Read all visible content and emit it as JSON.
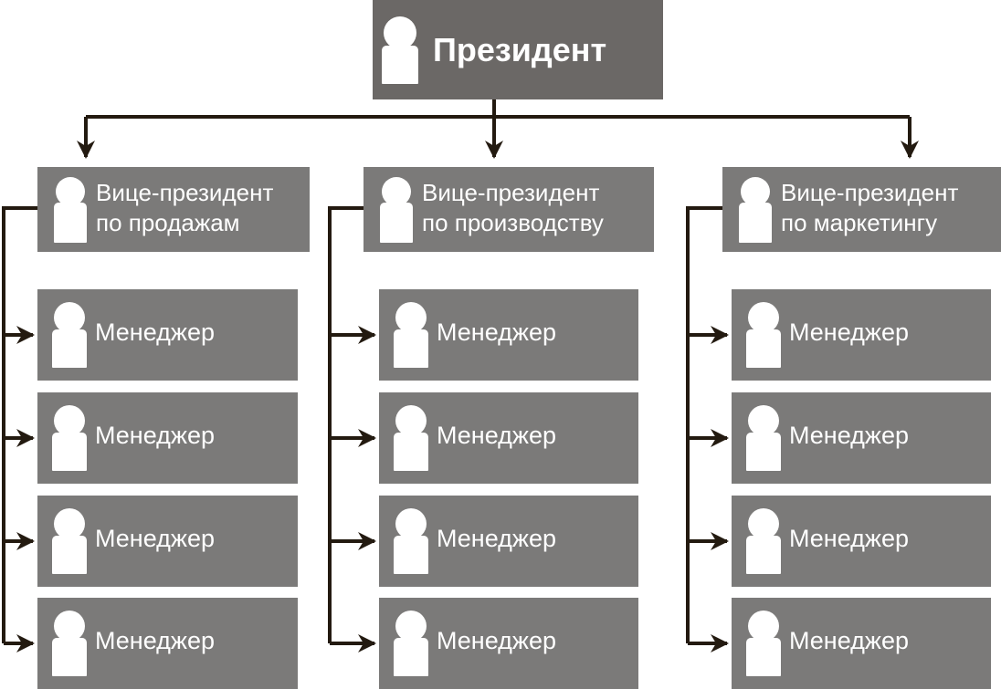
{
  "president": {
    "label": "Президент"
  },
  "vice_presidents": [
    {
      "line1": "Вице-президент",
      "line2": "по продажам"
    },
    {
      "line1": "Вице-президент",
      "line2": "по производству"
    },
    {
      "line1": "Вице-президент",
      "line2": "по маркетингу"
    }
  ],
  "manager_label": "Менеджер",
  "colors": {
    "president_box": "#6b6866",
    "node_box": "#7b7a79",
    "connector": "#231a10",
    "text": "#ffffff"
  }
}
